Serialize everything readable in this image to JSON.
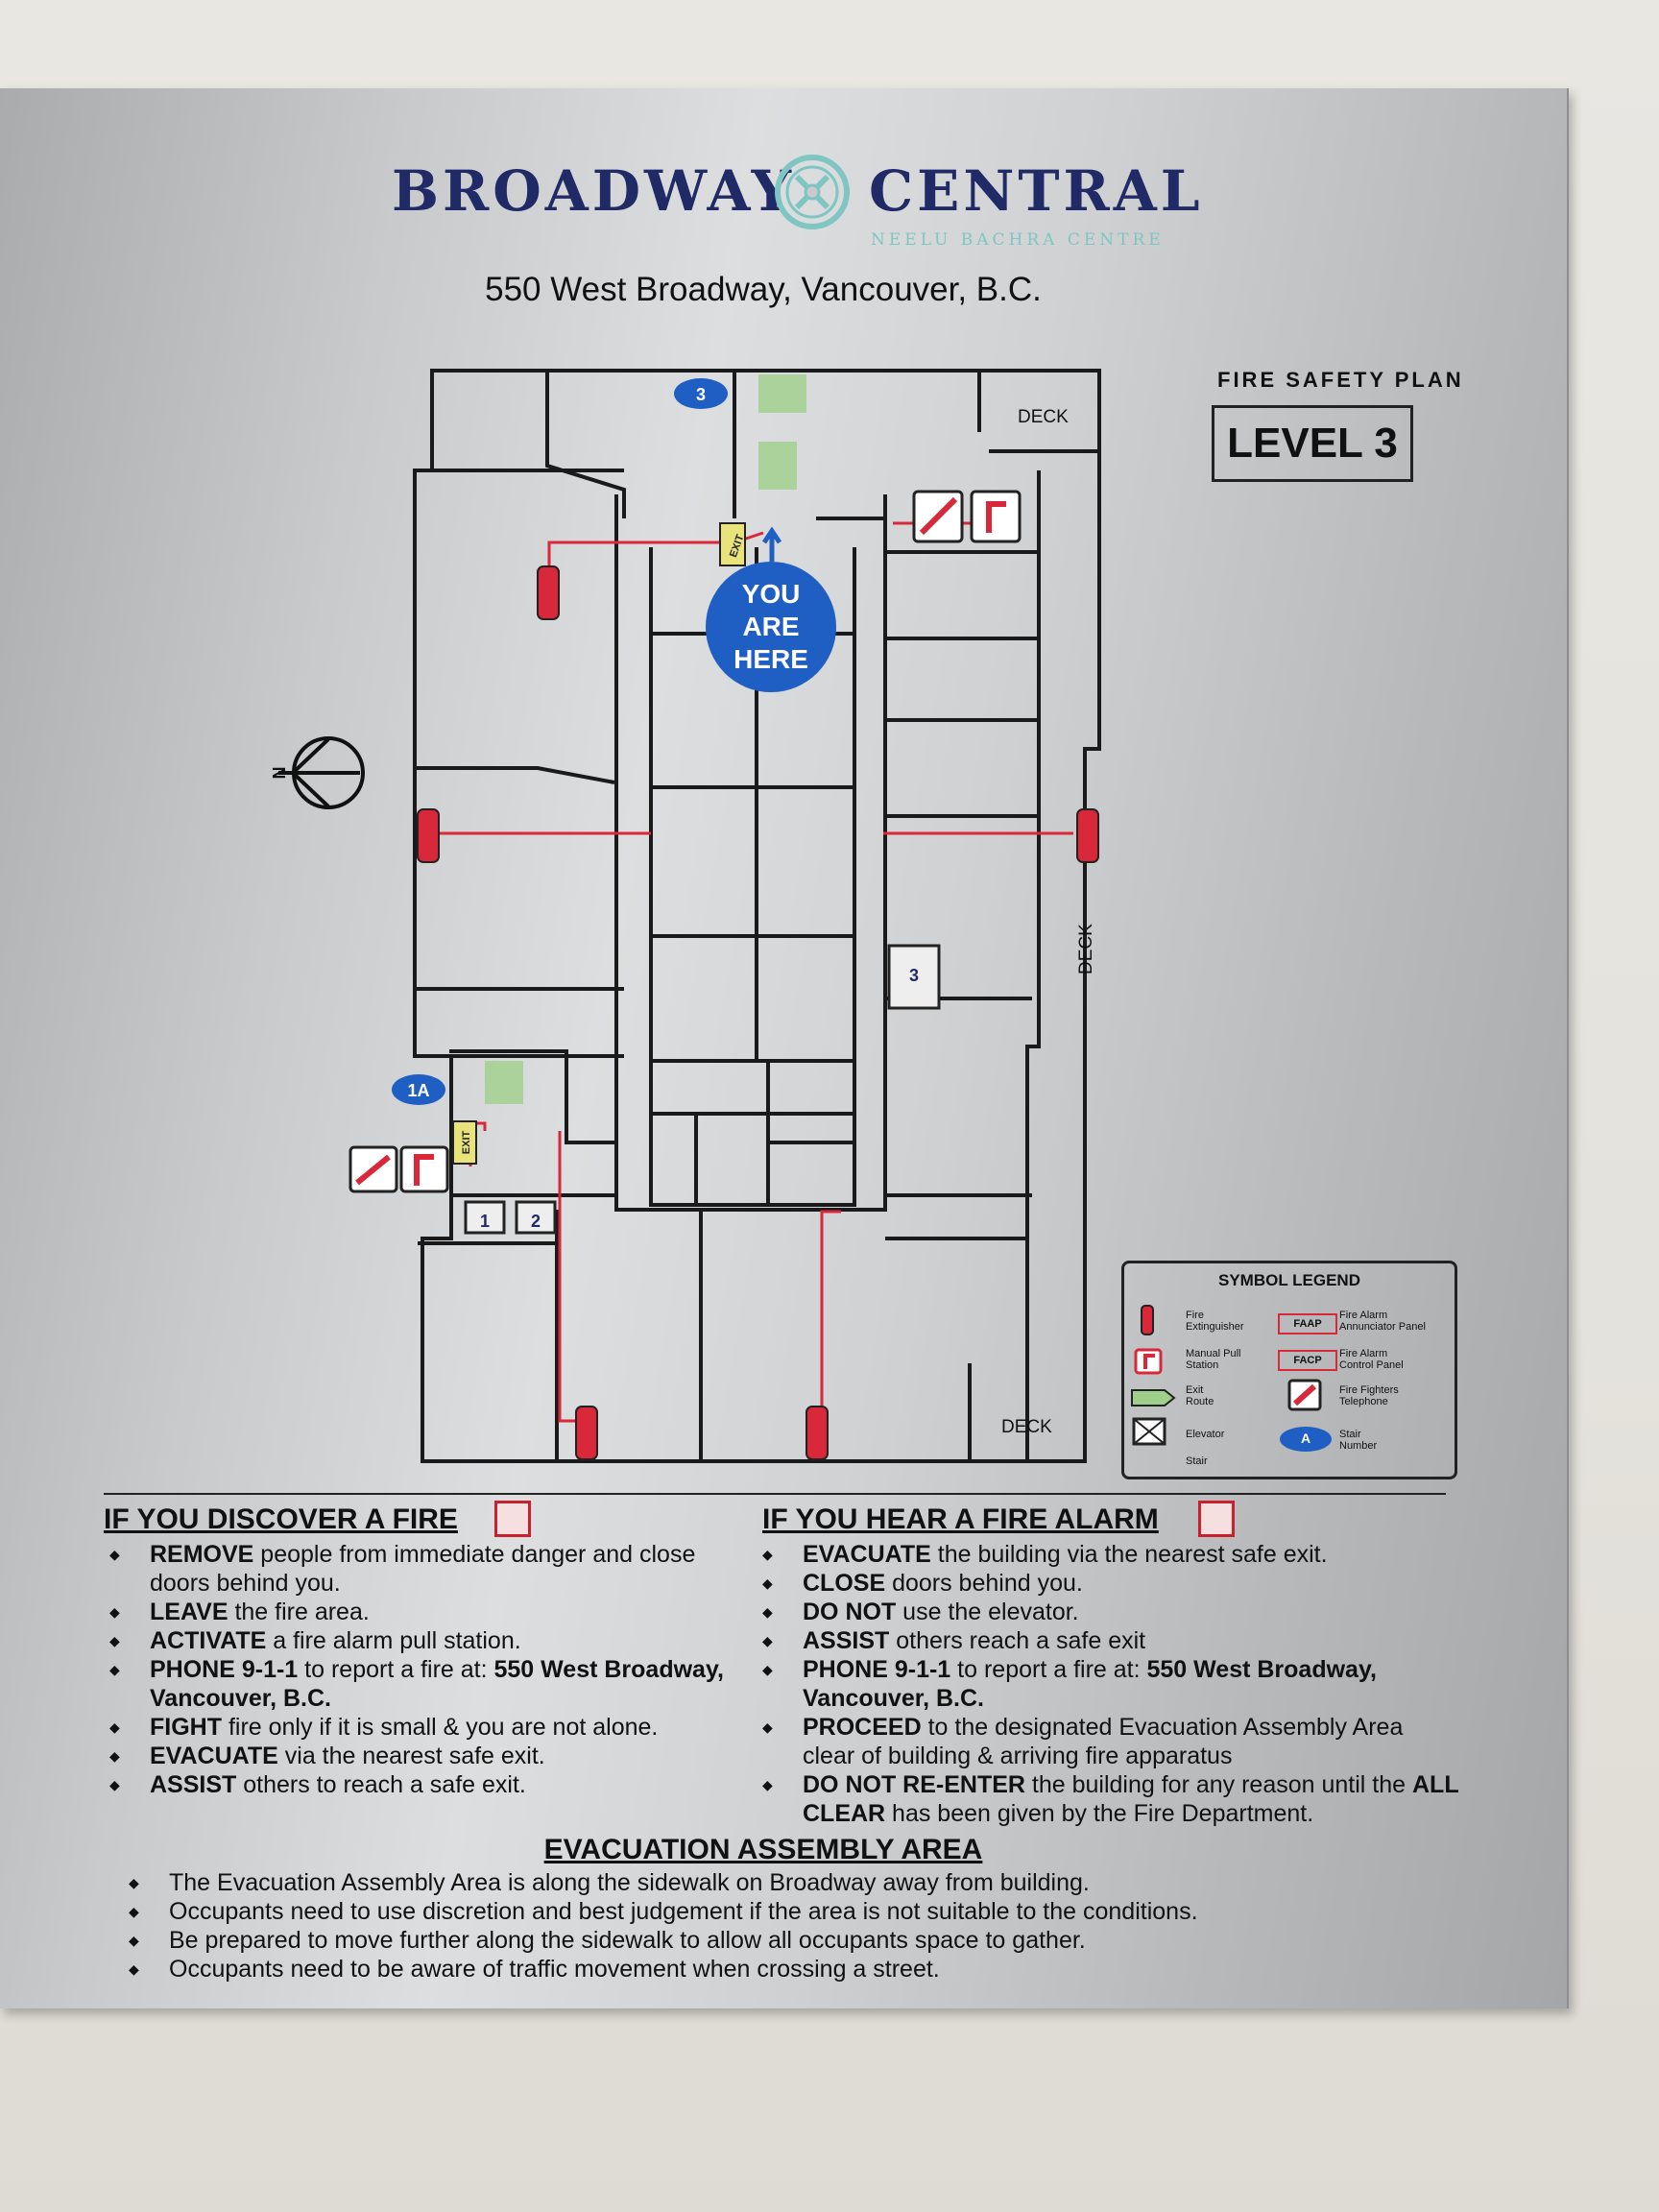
{
  "sign": {
    "brand_left": "BROADWAY",
    "brand_right": "CENTRAL",
    "brand_sub": "NEELU BACHRA CENTRE",
    "address": "550 West Broadway, Vancouver, B.C.",
    "plan_label": "FIRE SAFETY PLAN",
    "level": "LEVEL 3"
  },
  "floorplan": {
    "you_are_here": [
      "YOU",
      "ARE",
      "HERE"
    ],
    "deck_labels": [
      "DECK",
      "DECK",
      "DECK"
    ],
    "stair_numbers": [
      "3",
      "1A"
    ],
    "elevator_numbers": [
      "1",
      "2",
      "3"
    ],
    "exit_text": "EXIT",
    "compass_letter": "N"
  },
  "legend": {
    "title": "SYMBOL LEGEND",
    "items": [
      {
        "label_line1": "Fire",
        "label_line2": "Extinguisher",
        "icon": "fire-extinguisher-icon"
      },
      {
        "label_line1": "Manual Pull",
        "label_line2": "Station",
        "icon": "pull-station-icon"
      },
      {
        "label_line1": "Exit",
        "label_line2": "Route",
        "icon": "exit-route-icon"
      },
      {
        "label_line1": "Elevator",
        "label_line2": "",
        "icon": "elevator-icon"
      },
      {
        "label_line1": "Stair",
        "label_line2": "",
        "icon": "stair-icon"
      },
      {
        "code": "FAAP",
        "label_line1": "Fire Alarm",
        "label_line2": "Annunciator Panel"
      },
      {
        "code": "FACP",
        "label_line1": "Fire Alarm",
        "label_line2": "Control Panel"
      },
      {
        "label_line1": "Fire Fighters",
        "label_line2": "Telephone",
        "icon": "firefighter-phone-icon"
      },
      {
        "code": "A",
        "label_line1": "Stair",
        "label_line2": "Number"
      }
    ]
  },
  "discover": {
    "heading": "IF YOU DISCOVER A FIRE",
    "items": [
      {
        "bold": "REMOVE",
        "text": " people from immediate danger and close doors behind you."
      },
      {
        "bold": "LEAVE",
        "text": " the fire area."
      },
      {
        "bold": "ACTIVATE",
        "text": " a fire alarm pull station."
      },
      {
        "bold": "PHONE 9-1-1",
        "text": " to report a fire at: ",
        "bold2": "550 West Broadway, Vancouver, B.C."
      },
      {
        "bold": "FIGHT",
        "text": " fire only if it is small & you are not alone."
      },
      {
        "bold": "EVACUATE",
        "text": " via the nearest safe exit."
      },
      {
        "bold": "ASSIST",
        "text": " others to reach a safe exit."
      }
    ]
  },
  "alarm": {
    "heading": "IF YOU HEAR A FIRE ALARM",
    "items": [
      {
        "bold": "EVACUATE",
        "text": " the building via the nearest safe exit."
      },
      {
        "bold": "CLOSE",
        "text": " doors behind you."
      },
      {
        "bold": "DO NOT",
        "text": " use the elevator."
      },
      {
        "bold": "ASSIST",
        "text": " others reach a safe exit"
      },
      {
        "bold": "PHONE 9-1-1",
        "text": " to report a fire at: ",
        "bold2": "550 West Broadway, Vancouver, B.C."
      },
      {
        "bold": "PROCEED",
        "text": " to the designated Evacuation Assembly Area clear of building & arriving fire apparatus"
      },
      {
        "bold": "DO NOT RE-ENTER",
        "text": " the building for any reason until the ",
        "bold2": "ALL CLEAR",
        "text2": " has been given by the Fire Department."
      }
    ]
  },
  "assembly": {
    "heading": "EVACUATION ASSEMBLY AREA",
    "items": [
      "The Evacuation Assembly Area is along the sidewalk on Broadway away from building.",
      "Occupants need to use discretion and best judgement if the area is not suitable to the conditions.",
      "Be prepared to move further along the sidewalk to allow all occupants space to gather.",
      "Occupants need to be aware of traffic movement when crossing a street."
    ]
  },
  "colors": {
    "brand_navy": "#1f2a66",
    "brand_teal": "#7fc6c2",
    "route_red": "#d8283a",
    "you_are_here_blue": "#1f5fc4",
    "stair_green": "#9fcf8a"
  }
}
